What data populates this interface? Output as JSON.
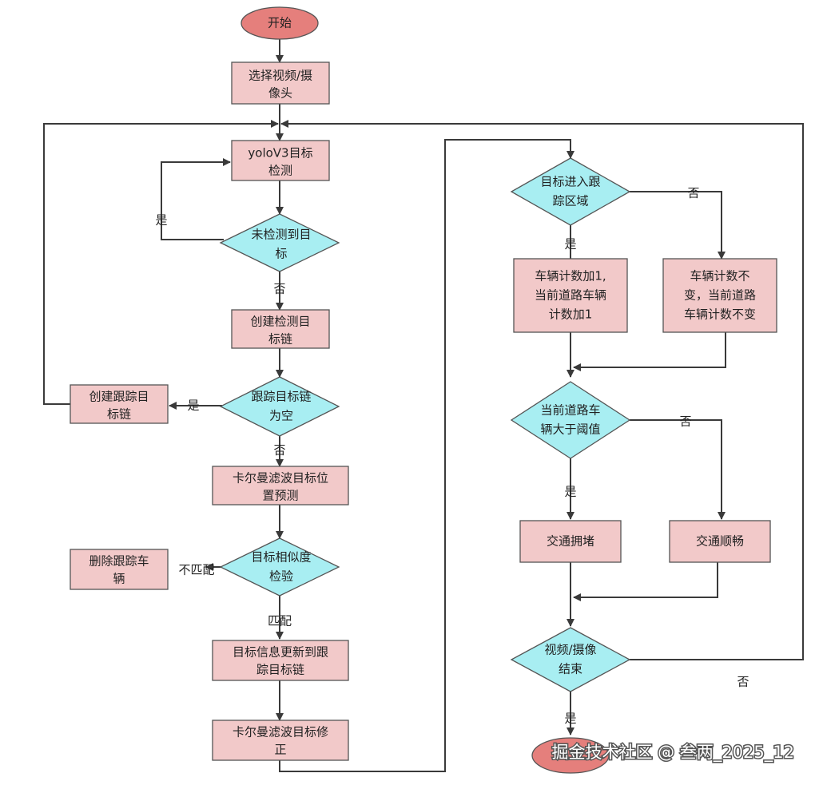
{
  "nodes": {
    "start": "开始",
    "select_line1": "选择视频/摄",
    "select_line2": "像头",
    "yolo_line1": "yoloV3目标",
    "yolo_line2": "检测",
    "notdetected_line1": "未检测到目",
    "notdetected_line2": "标",
    "create_detect_line1": "创建检测目",
    "create_detect_line2": "标链",
    "track_empty_line1": "跟踪目标链",
    "track_empty_line2": "为空",
    "create_track_line1": "创建跟踪目",
    "create_track_line2": "标链",
    "kalman_predict_line1": "卡尔曼滤波目标位",
    "kalman_predict_line2": "置预测",
    "similarity_line1": "目标相似度",
    "similarity_line2": "检验",
    "delete_track_line1": "删除跟踪车",
    "delete_track_line2": "辆",
    "update_line1": "目标信息更新到跟",
    "update_line2": "踪目标链",
    "kalman_correct_line1": "卡尔曼滤波目标修",
    "kalman_correct_line2": "正",
    "enter_area_line1": "目标进入跟",
    "enter_area_line2": "踪区域",
    "count_add_line1": "车辆计数加1,",
    "count_add_line2": "当前道路车辆",
    "count_add_line3": "计数加1",
    "count_same_line1": "车辆计数不",
    "count_same_line2": "变，当前道路",
    "count_same_line3": "车辆计数不变",
    "threshold_line1": "当前道路车",
    "threshold_line2": "辆大于阈值",
    "congested": "交通拥堵",
    "smooth": "交通顺畅",
    "video_end_line1": "视频/摄像",
    "video_end_line2": "结束"
  },
  "labels": {
    "yes": "是",
    "no": "否",
    "match": "匹配",
    "mismatch": "不匹配"
  },
  "watermark": "掘金技术社区 @ 叁两_2025_12"
}
